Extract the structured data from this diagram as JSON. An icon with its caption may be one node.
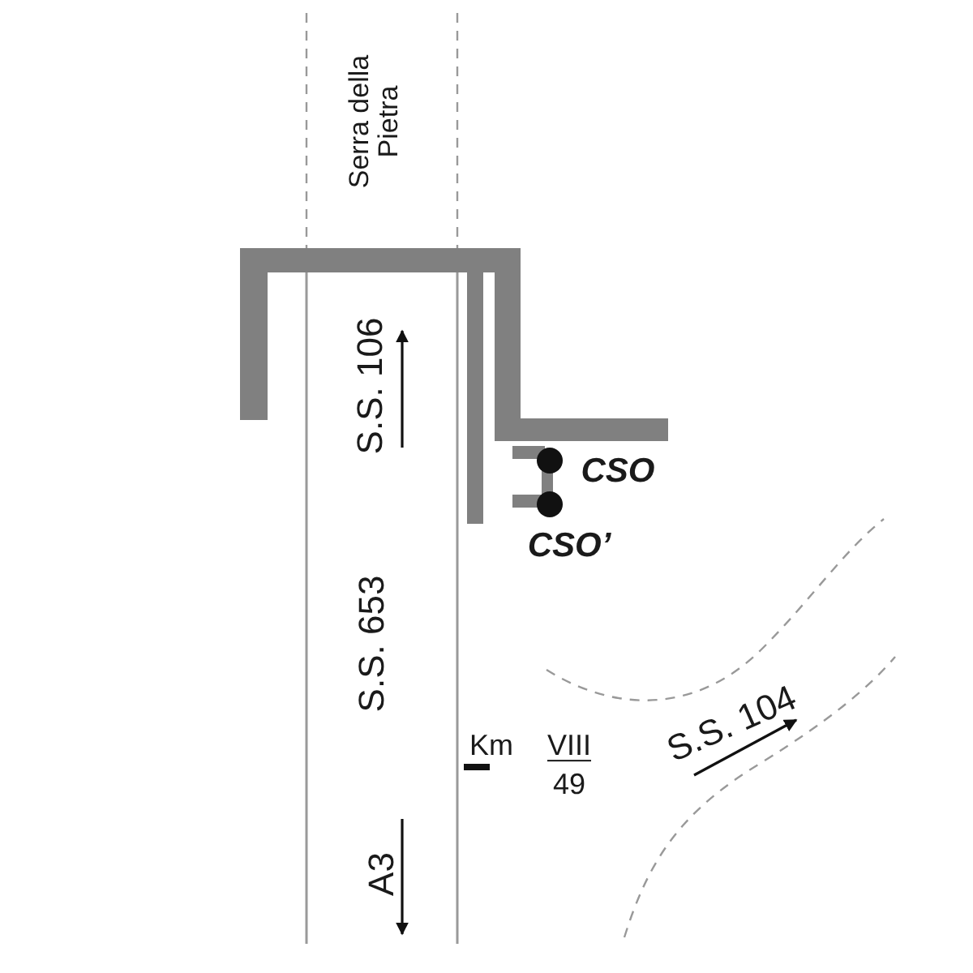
{
  "diagram": {
    "labels": [
      "Serra della Pietra",
      "S.S. 106",
      "CSO",
      "CSO’",
      "S.S. 653",
      "S.S. 104",
      "Km",
      "VIII",
      "49",
      "A3"
    ]
  }
}
